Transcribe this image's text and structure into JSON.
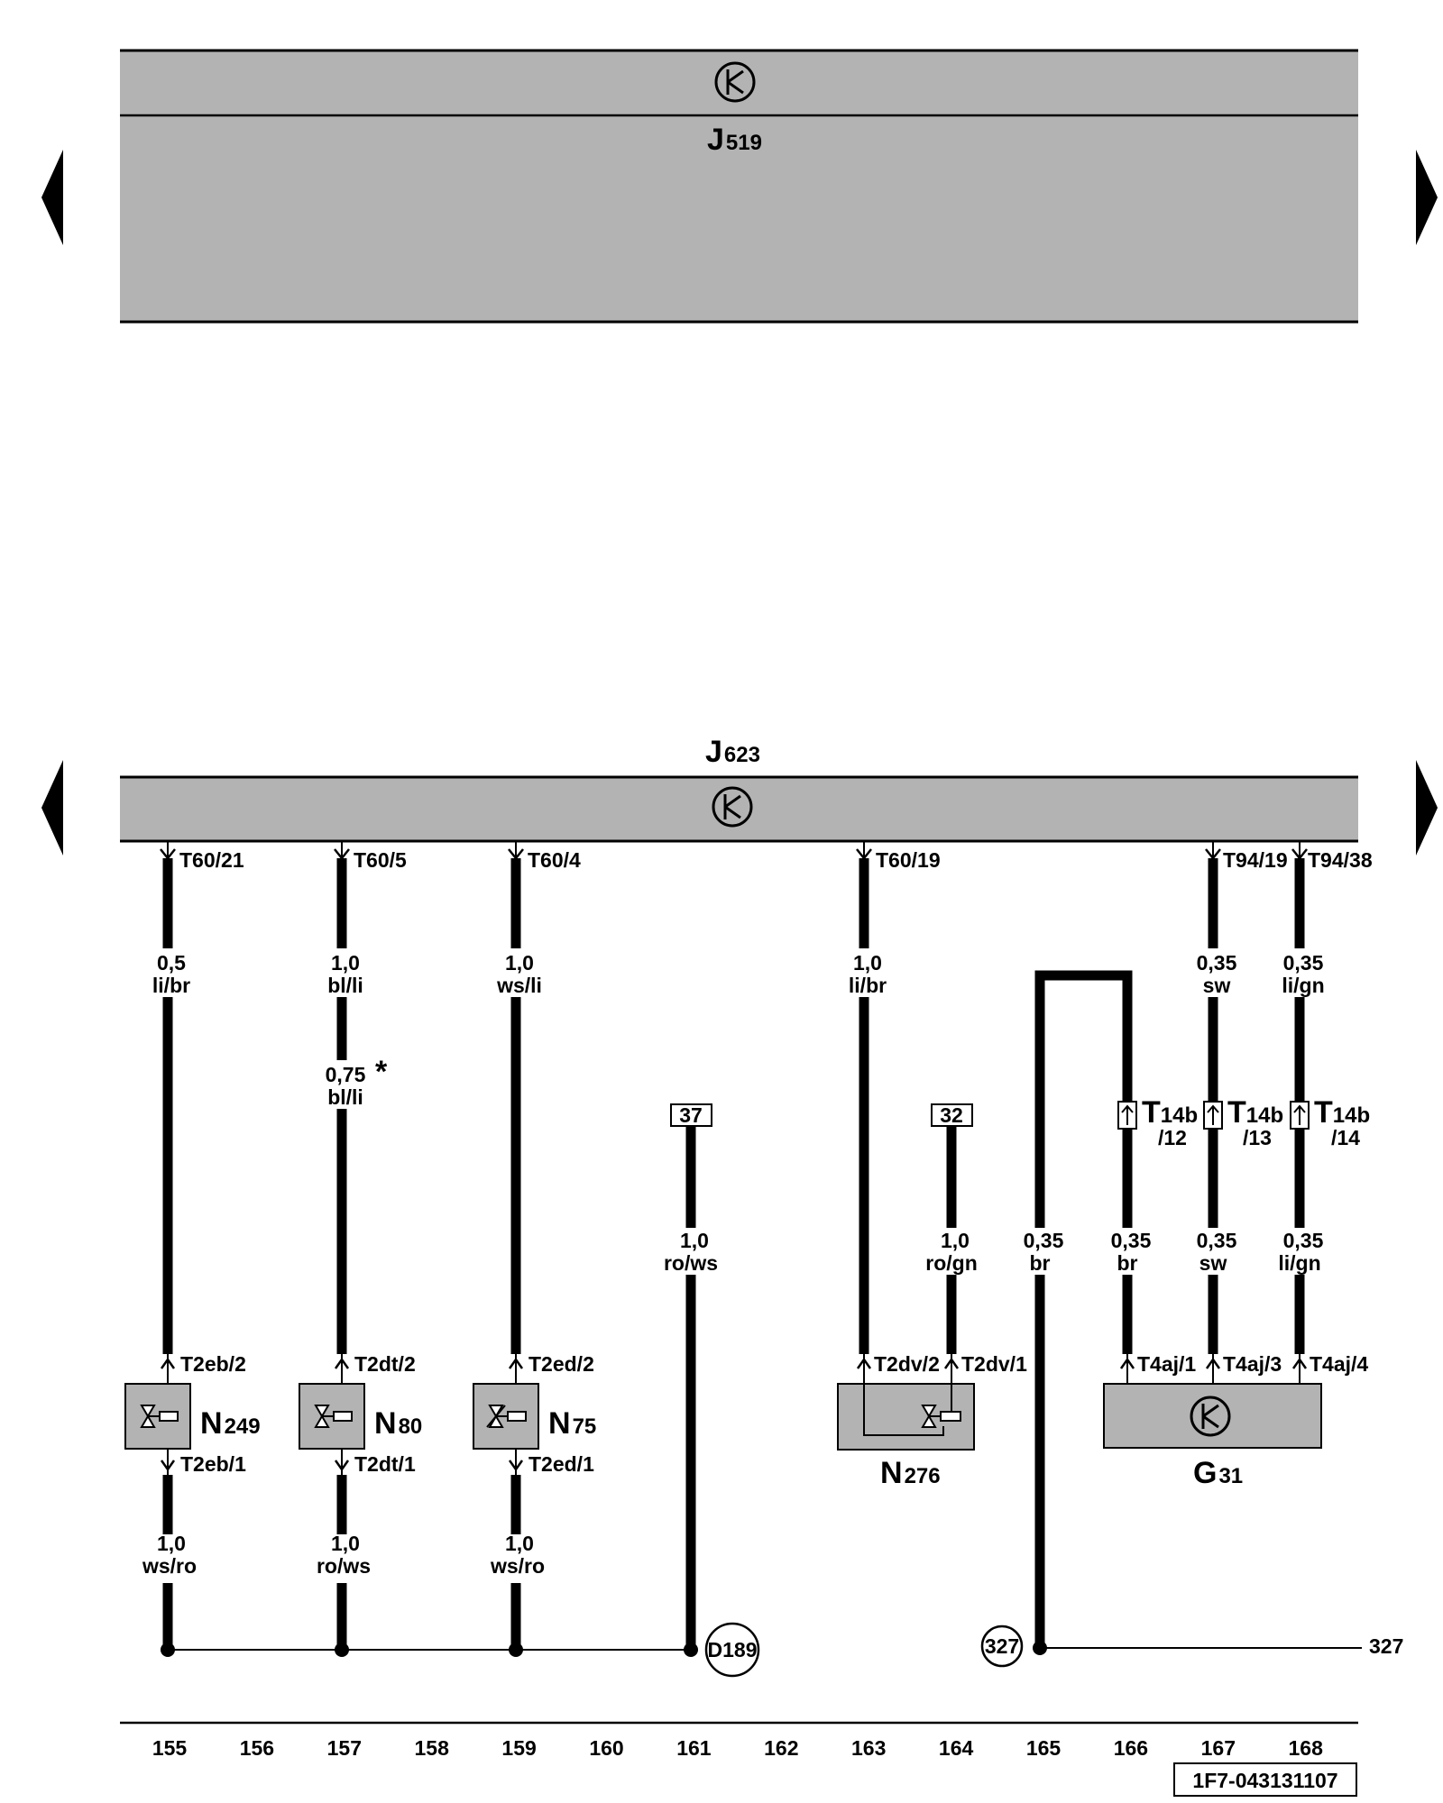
{
  "modules": {
    "top": {
      "name": "J",
      "sub": "519"
    },
    "main": {
      "name": "J",
      "sub": "623"
    }
  },
  "pins_top": [
    {
      "id": "w155",
      "label": "T60/21",
      "size": "0,5",
      "color": "li/br"
    },
    {
      "id": "w157",
      "label": "T60/5",
      "size": "1,0",
      "color": "bl/li"
    },
    {
      "id": "w159",
      "label": "T60/4",
      "size": "1,0",
      "color": "ws/li"
    },
    {
      "id": "w163",
      "label": "T60/19",
      "size": "1,0",
      "color": "li/br"
    },
    {
      "id": "w167",
      "label": "T94/19",
      "size": "0,35",
      "color": "sw"
    },
    {
      "id": "w168",
      "label": "T94/38",
      "size": "0,35",
      "color": "li/gn"
    }
  ],
  "extra_wire_157": {
    "size": "0,75",
    "color": "bl/li",
    "mark": "*"
  },
  "components": [
    {
      "id": "n249",
      "name": "N",
      "sub": "249",
      "pin_top": "T2eb/2",
      "pin_bot": "T2eb/1",
      "bot_size": "1,0",
      "bot_color": "ws/ro"
    },
    {
      "id": "n80",
      "name": "N",
      "sub": "80",
      "pin_top": "T2dt/2",
      "pin_bot": "T2dt/1",
      "bot_size": "1,0",
      "bot_color": "ro/ws"
    },
    {
      "id": "n75",
      "name": "N",
      "sub": "75",
      "pin_top": "T2ed/2",
      "pin_bot": "T2ed/1",
      "bot_size": "1,0",
      "bot_color": "ws/ro"
    }
  ],
  "n276": {
    "name": "N",
    "sub": "276",
    "pin_left": "T2dv/2",
    "pin_right": "T2dv/1"
  },
  "g31": {
    "name": "G",
    "sub": "31",
    "pin_1": "T4aj/1",
    "pin_3": "T4aj/3",
    "pin_4": "T4aj/4"
  },
  "refs": {
    "r37": {
      "num": "37",
      "size": "1,0",
      "color": "ro/ws"
    },
    "r32": {
      "num": "32",
      "size": "1,0",
      "color": "ro/gn"
    }
  },
  "connectors_t14b": [
    {
      "name": "T",
      "sub": "14b",
      "pin": "/12",
      "size": "0,35",
      "color": "br"
    },
    {
      "name": "T",
      "sub": "14b",
      "pin": "/13",
      "size": "0,35",
      "color": "sw"
    },
    {
      "name": "T",
      "sub": "14b",
      "pin": "/14",
      "size": "0,35",
      "color": "li/gn"
    }
  ],
  "wire165": {
    "size": "0,35",
    "color": "br"
  },
  "ground": {
    "label": "D189"
  },
  "junction": {
    "label": "327",
    "continuation": "327"
  },
  "columns": [
    "155",
    "156",
    "157",
    "158",
    "159",
    "160",
    "161",
    "162",
    "163",
    "164",
    "165",
    "166",
    "167",
    "168"
  ],
  "doc_id": "1F7-043131107"
}
